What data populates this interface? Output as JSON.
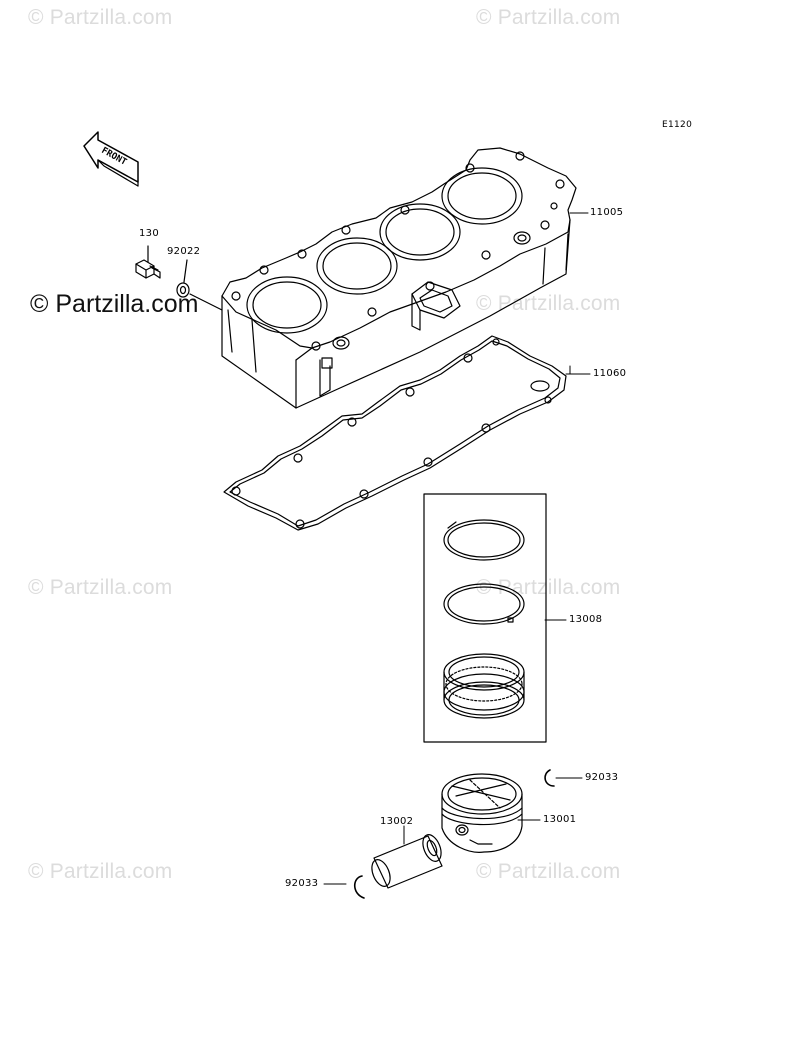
{
  "diagram": {
    "code": "E1120",
    "front_label": "FRONT",
    "watermark": "© Partzilla.com",
    "parts": {
      "cylinder": "11005",
      "gasket": "11060",
      "bolt": "130",
      "washer": "92022",
      "piston_rings": "13008",
      "piston": "13001",
      "piston_pin": "13002",
      "snap_ring_right": "92033",
      "snap_ring_left": "92033"
    }
  },
  "icons": {
    "front_arrow": "front-arrow-icon"
  }
}
